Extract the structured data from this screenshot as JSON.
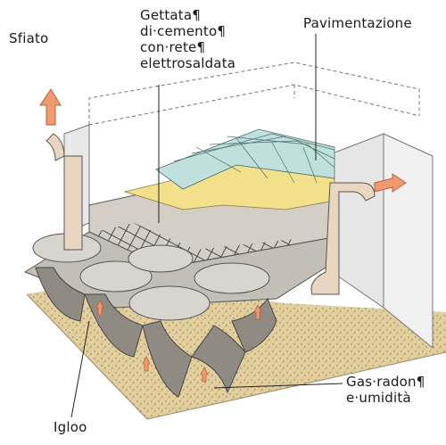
{
  "labels": {
    "sfiato": "Sfiato",
    "gettata": [
      "Gettata¶",
      "di·cemento¶",
      "con·rete¶",
      "elettrosaldata"
    ],
    "pavimentazione": "Pavimentazione",
    "gas": [
      "Gas·radon¶",
      "e·umidità"
    ],
    "igloo": "Igloo"
  },
  "colors": {
    "tiles": "#bfe0dd",
    "screed": "#f3e08a",
    "concrete": "#d4cec6",
    "igloo": "#c3beb6",
    "igloo_dark": "#8f8a82",
    "gravel": "#e2cfa0",
    "pipe": "#e8d6c0",
    "arrow": "#ef9a6f",
    "wall": "#e6e6e6",
    "line": "#555555"
  }
}
